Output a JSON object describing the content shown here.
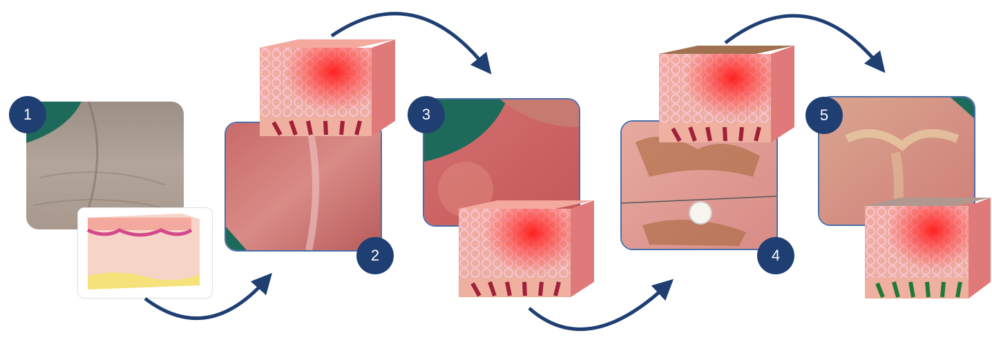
{
  "steps": [
    {
      "number": "1"
    },
    {
      "number": "2"
    },
    {
      "number": "3"
    },
    {
      "number": "4"
    },
    {
      "number": "5"
    }
  ],
  "colors": {
    "badge": "#1f3f73",
    "arrow": "#1f3f73",
    "photo_border": "#4a6ea8"
  }
}
